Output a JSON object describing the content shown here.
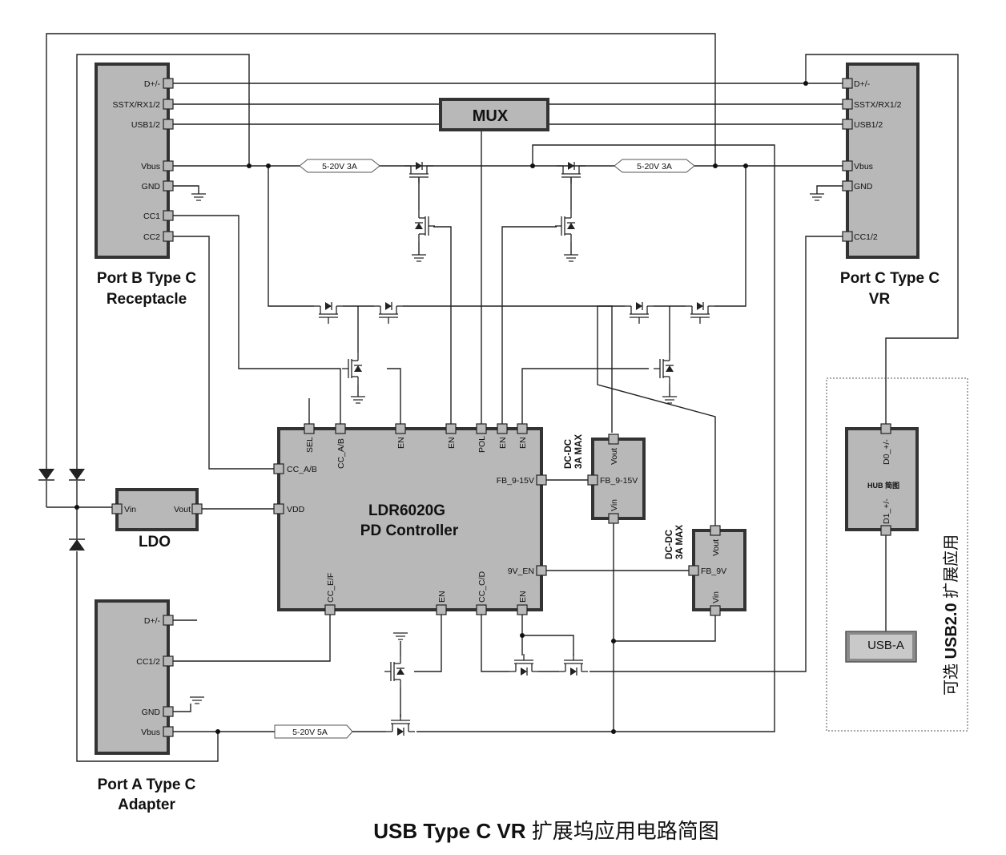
{
  "caption": {
    "latin": "USB Type C VR",
    "cjk": "扩展坞应用电路简图"
  },
  "port_b": {
    "title_line1": "Port B Type C",
    "title_line2": "Receptacle",
    "pins": [
      "D+/-",
      "SSTX/RX1/2",
      "USB1/2",
      "Vbus",
      "GND",
      "CC1",
      "CC2"
    ]
  },
  "port_c": {
    "title_line1": "Port C Type C",
    "title_line2": "VR",
    "pins": [
      "D+/-",
      "SSTX/RX1/2",
      "USB1/2",
      "Vbus",
      "GND",
      "CC1/2"
    ]
  },
  "port_a": {
    "title_line1": "Port A Type C",
    "title_line2": "Adapter",
    "pins": [
      "D+/-",
      "CC1/2",
      "GND",
      "Vbus"
    ]
  },
  "mux": {
    "label": "MUX"
  },
  "ldo": {
    "label": "LDO",
    "pin_in": "Vin",
    "pin_out": "Vout"
  },
  "controller": {
    "name_line1": "LDR6020G",
    "name_line2": "PD Controller",
    "top_pins": [
      "SEL",
      "CC_A/B",
      "EN",
      "EN",
      "POL",
      "EN",
      "EN"
    ],
    "left_pins": [
      "CC_A/B",
      "VDD"
    ],
    "right_pins": [
      "FB_9-15V",
      "9V_EN"
    ],
    "bottom_pins": [
      "CC_E/F",
      "EN",
      "CC_C/D",
      "EN"
    ]
  },
  "dcdc1": {
    "line1": "DC-DC",
    "line2": "3A MAX",
    "pin_top": "Vout",
    "pin_left": "FB_9-15V",
    "pin_bottom": "Vin"
  },
  "dcdc2": {
    "line1": "DC-DC",
    "line2": "3A MAX",
    "pin_top": "Vout",
    "pin_left": "FB_9V",
    "pin_bottom": "Vin"
  },
  "rails": {
    "b_vbus": "5-20V  3A",
    "c_vbus": "5-20V  3A",
    "a_vbus": "5-20V  5A"
  },
  "hub": {
    "label": "HUB 简图",
    "pin_top": "D0_+/-",
    "pin_bottom": "D1_+/-"
  },
  "usb_a": {
    "label": "USB-A"
  },
  "optional": {
    "prefix": "可选",
    "bold": "USB2.0",
    "suffix": "扩展应用"
  }
}
